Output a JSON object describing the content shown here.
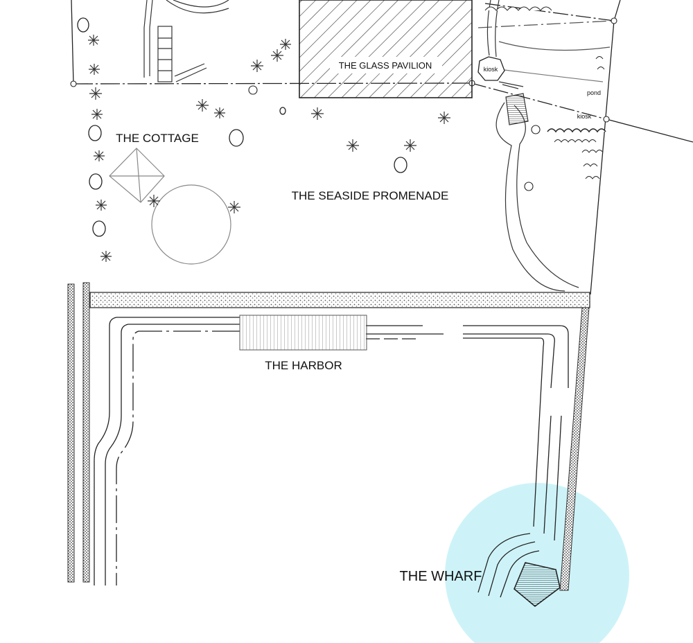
{
  "labels": {
    "glass_pavilion": "THE GLASS PAVILION",
    "cottage": "THE COTTAGE",
    "seaside_promenade": "THE SEASIDE PROMENADE",
    "harbor": "THE HARBOR",
    "wharf": "THE WHARF",
    "kiosk_top": "kiosk",
    "kiosk_right": "kiosk",
    "pond": "pond"
  },
  "colors": {
    "ink": "#222222",
    "highlight": "#cdf3f8",
    "tree": "#333333"
  }
}
